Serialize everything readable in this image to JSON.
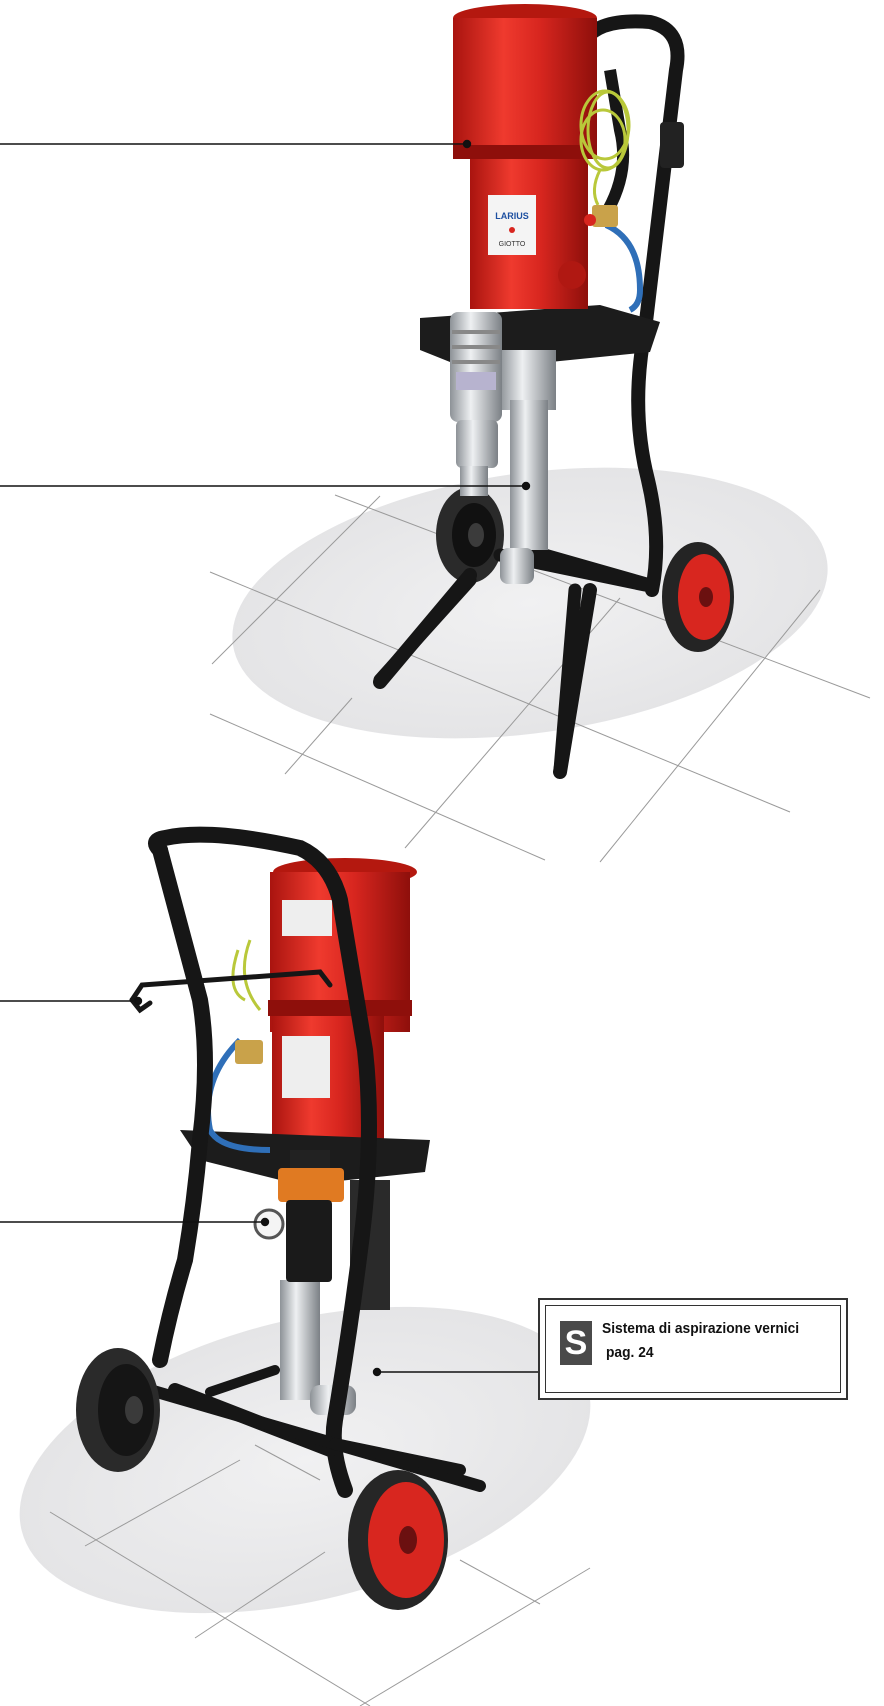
{
  "callout": {
    "badge_letter": "S",
    "title": "Sistema di aspirazione vernici",
    "page_ref": "pag. 24"
  },
  "product_label": {
    "brand": "LARIUS",
    "model": "GIOTTO"
  },
  "colors": {
    "pump_red": "#d8261f",
    "frame_black": "#161616",
    "steel": "#c9cdd0",
    "floor_shadow": "#e9e9ea",
    "hose_blue": "#2f6fb8",
    "cable_green": "#b9c83a",
    "regulator_orange": "#e07a22"
  }
}
